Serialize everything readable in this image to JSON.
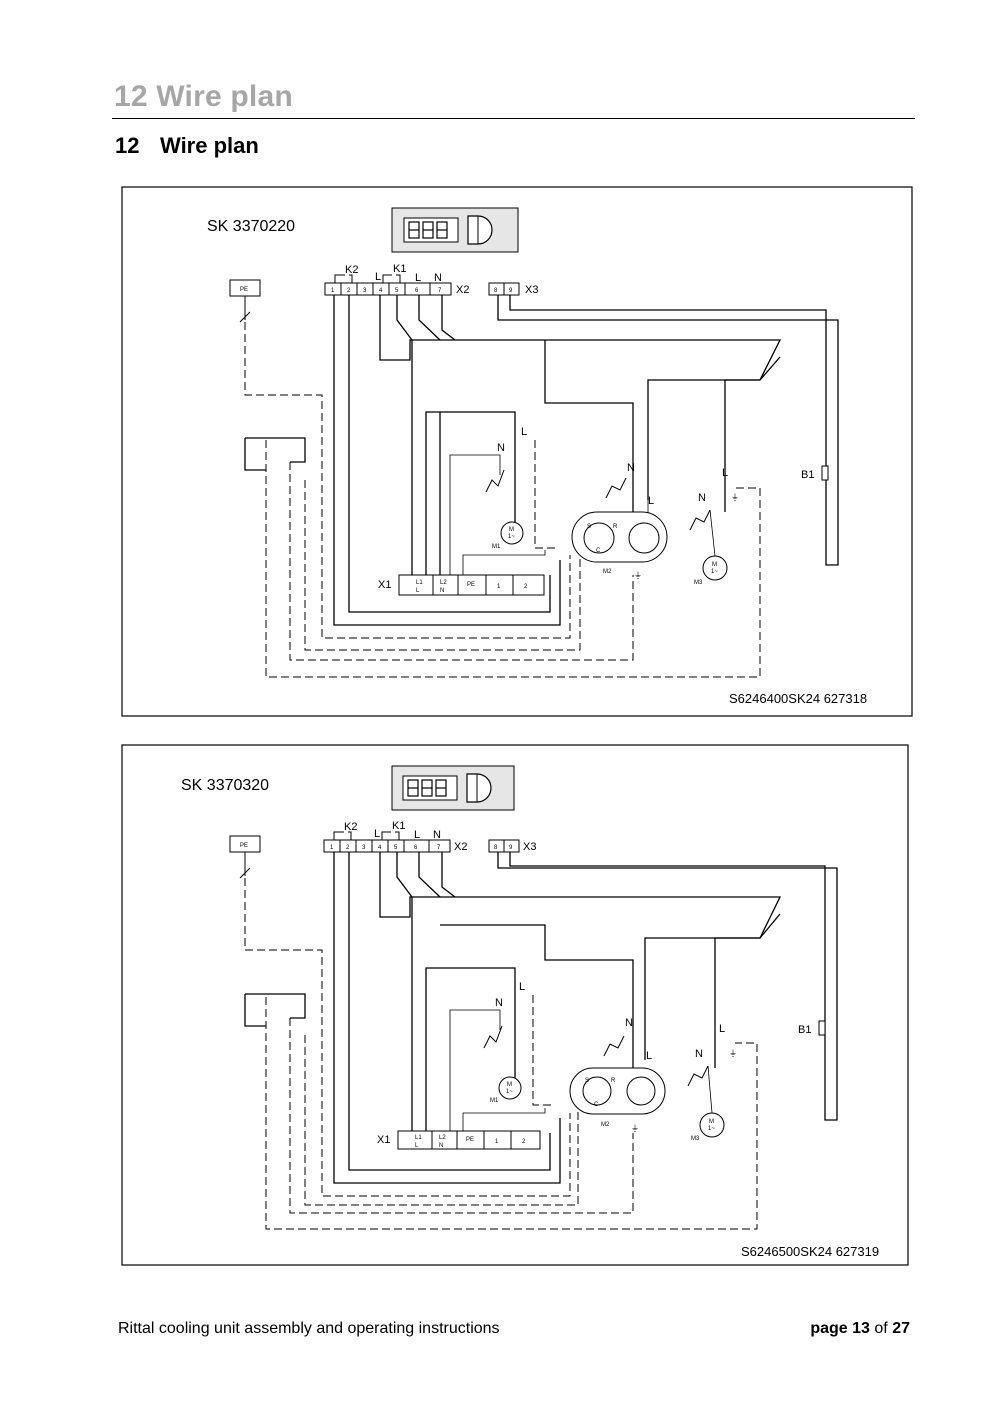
{
  "header": {
    "running_title": "12 Wire plan"
  },
  "section": {
    "number": "12",
    "title": "Wire plan"
  },
  "diagrams": [
    {
      "model": "SK  3370220",
      "drawing_no": "S6246400SK24 627318",
      "terminal_pe": "PE",
      "terminal_x2": "X2",
      "terminal_x3": "X3",
      "terminal_x1": "X1",
      "relay_k1": "K1",
      "relay_k2": "K2",
      "sensor_b1": "B1",
      "motor_m1": "M1",
      "motor_m2": "M2",
      "motor_m3": "M3",
      "label_L": "L",
      "label_N": "N"
    },
    {
      "model": "SK  3370320",
      "drawing_no": "S6246500SK24 627319",
      "terminal_pe": "PE",
      "terminal_x2": "X2",
      "terminal_x3": "X3",
      "terminal_x1": "X1",
      "relay_k1": "K1",
      "relay_k2": "K2",
      "sensor_b1": "B1",
      "motor_m1": "M1",
      "motor_m2": "M2",
      "motor_m3": "M3",
      "label_L": "L",
      "label_N": "N"
    }
  ],
  "footer": {
    "doc_title": "Rittal cooling unit assembly and operating instructions",
    "page_word": "page",
    "page_current": "13",
    "page_of": "of",
    "page_total": "27"
  }
}
